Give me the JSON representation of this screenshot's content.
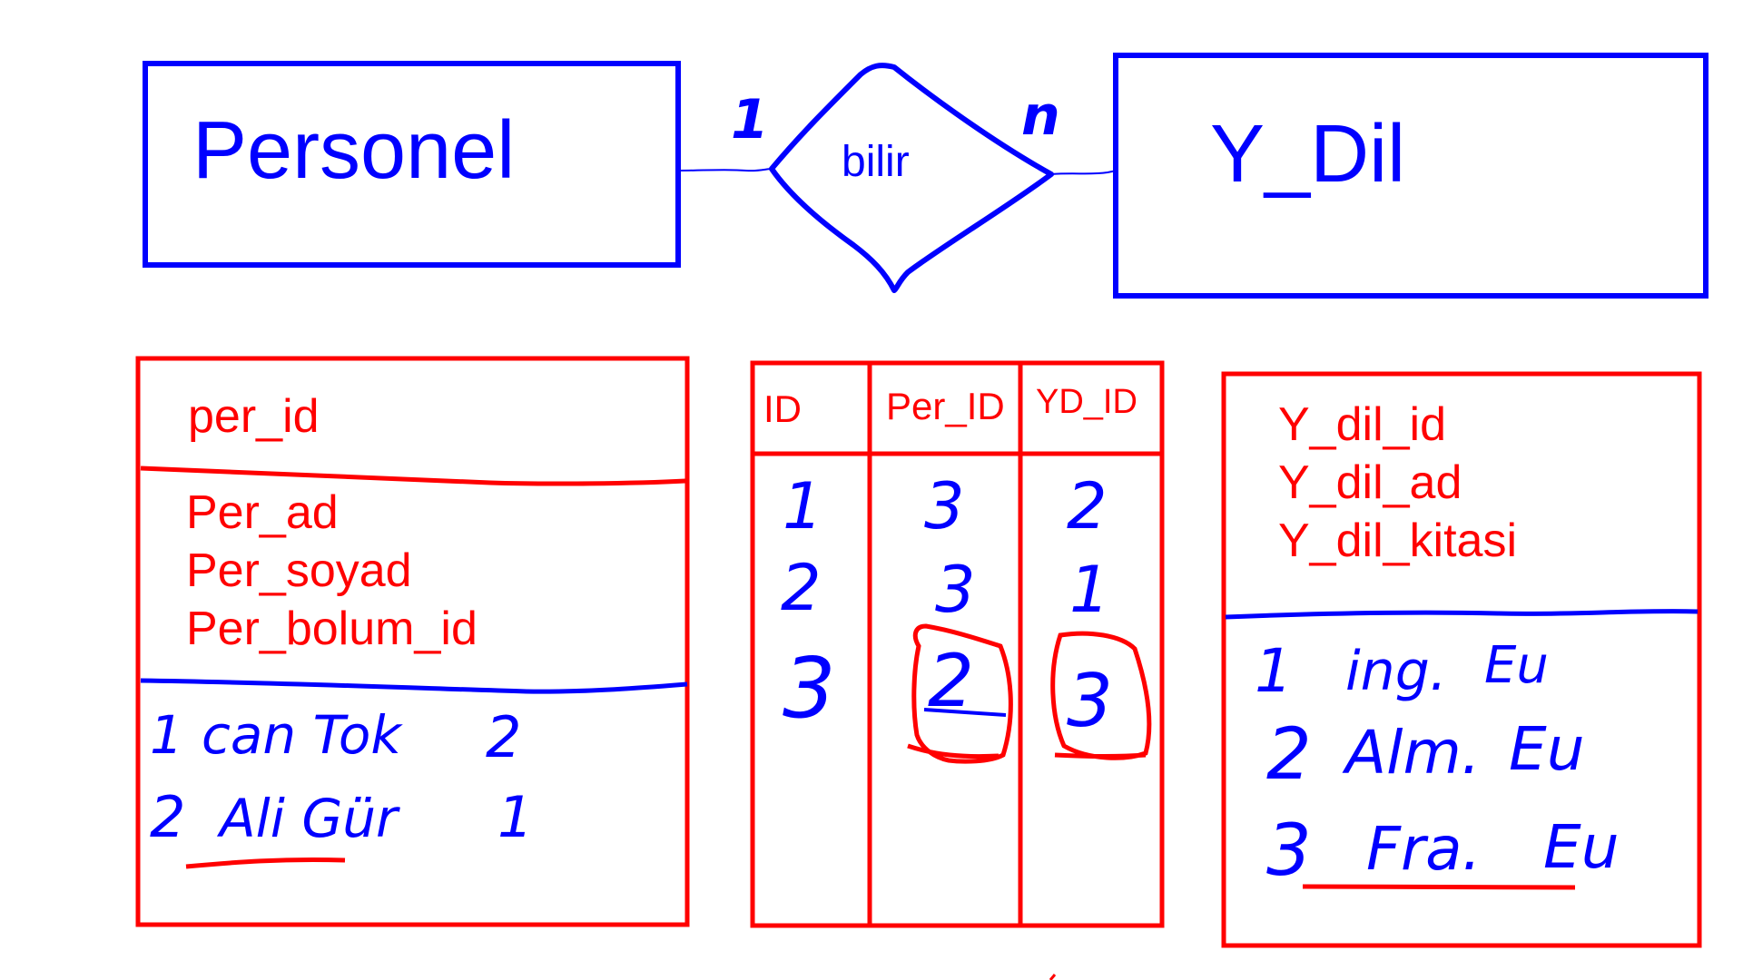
{
  "er": {
    "entity_left": "Personel",
    "relationship": "bilir",
    "entity_right": "Y_Dil",
    "card_left": "1",
    "card_right": "n"
  },
  "personel_table": {
    "pk": "per_id",
    "attributes": [
      "Per_ad",
      "Per_soyad",
      "Per_bolum_id"
    ],
    "rows": [
      {
        "id": "1",
        "name": "can Tok",
        "bolum": "2"
      },
      {
        "id": "2",
        "name": "Ali Gür",
        "bolum": "1"
      }
    ]
  },
  "bridge_table": {
    "headers": [
      "ID",
      "Per_ID",
      "YD_ID"
    ],
    "rows": [
      [
        "1",
        "3",
        "2"
      ],
      [
        "2",
        "3",
        "1"
      ],
      [
        "3",
        "2",
        "3"
      ]
    ]
  },
  "ydil_table": {
    "attributes": [
      "Y_dil_id",
      "Y_dil_ad",
      "Y_dil_kitasi"
    ],
    "rows": [
      {
        "id": "1",
        "ad": "ing.",
        "kita": "Eu"
      },
      {
        "id": "2",
        "ad": "Alm.",
        "kita": "Eu"
      },
      {
        "id": "3",
        "ad": "Fra.",
        "kita": "Eu"
      }
    ]
  },
  "colors": {
    "blue": "#0000ff",
    "red": "#ff0000",
    "background": "#ffffff"
  }
}
